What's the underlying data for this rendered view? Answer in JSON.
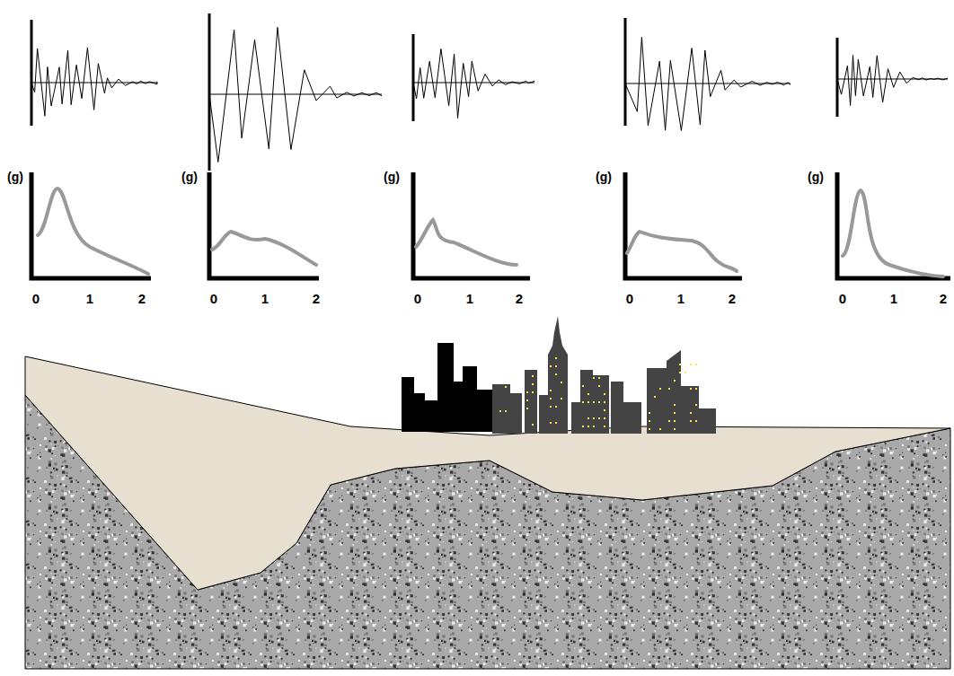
{
  "diagram": {
    "labels": [
      "(g)",
      "0",
      "1",
      "2",
      "(g)",
      "0",
      "1",
      "2",
      "(g)",
      "0",
      "1",
      "2",
      "(g)",
      "0",
      "1",
      "2",
      "(g)",
      "0",
      "1",
      "2"
    ]
  }
}
